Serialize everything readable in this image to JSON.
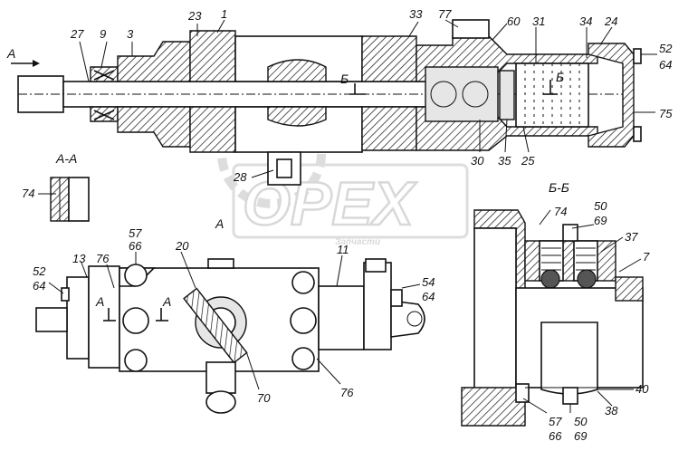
{
  "labels": {
    "l27": "27",
    "l9": "9",
    "l3": "3",
    "l23": "23",
    "l1": "1",
    "l33": "33",
    "l77": "77",
    "l60": "60",
    "l31": "31",
    "l34": "34",
    "l24": "24",
    "l52a": "52",
    "l64a": "64",
    "l75": "75",
    "l30": "30",
    "l35": "35",
    "l25": "25",
    "l28": "28",
    "l74a": "74",
    "l57a": "57",
    "l66a": "66",
    "l20": "20",
    "l11": "11",
    "l52b": "52",
    "l64b": "64",
    "l13": "13",
    "l76a": "76",
    "l54": "54",
    "l64c": "64",
    "l70": "70",
    "l76b": "76",
    "l74b": "74",
    "l50a": "50",
    "l69a": "69",
    "l37": "37",
    "l7": "7",
    "l40": "40",
    "l38": "38",
    "l57b": "57",
    "l66b": "66",
    "l50b": "50",
    "l69b": "69"
  },
  "sections": {
    "arrow_a_top": "А",
    "arrow_a_mid": "А",
    "aa_title": "А-А",
    "bb_title": "Б-Б",
    "b_left": "Б",
    "b_right": "Б",
    "a_left": "А",
    "a_right": "А"
  },
  "watermark": {
    "text": "OPEX",
    "sub": "Запчасти"
  }
}
